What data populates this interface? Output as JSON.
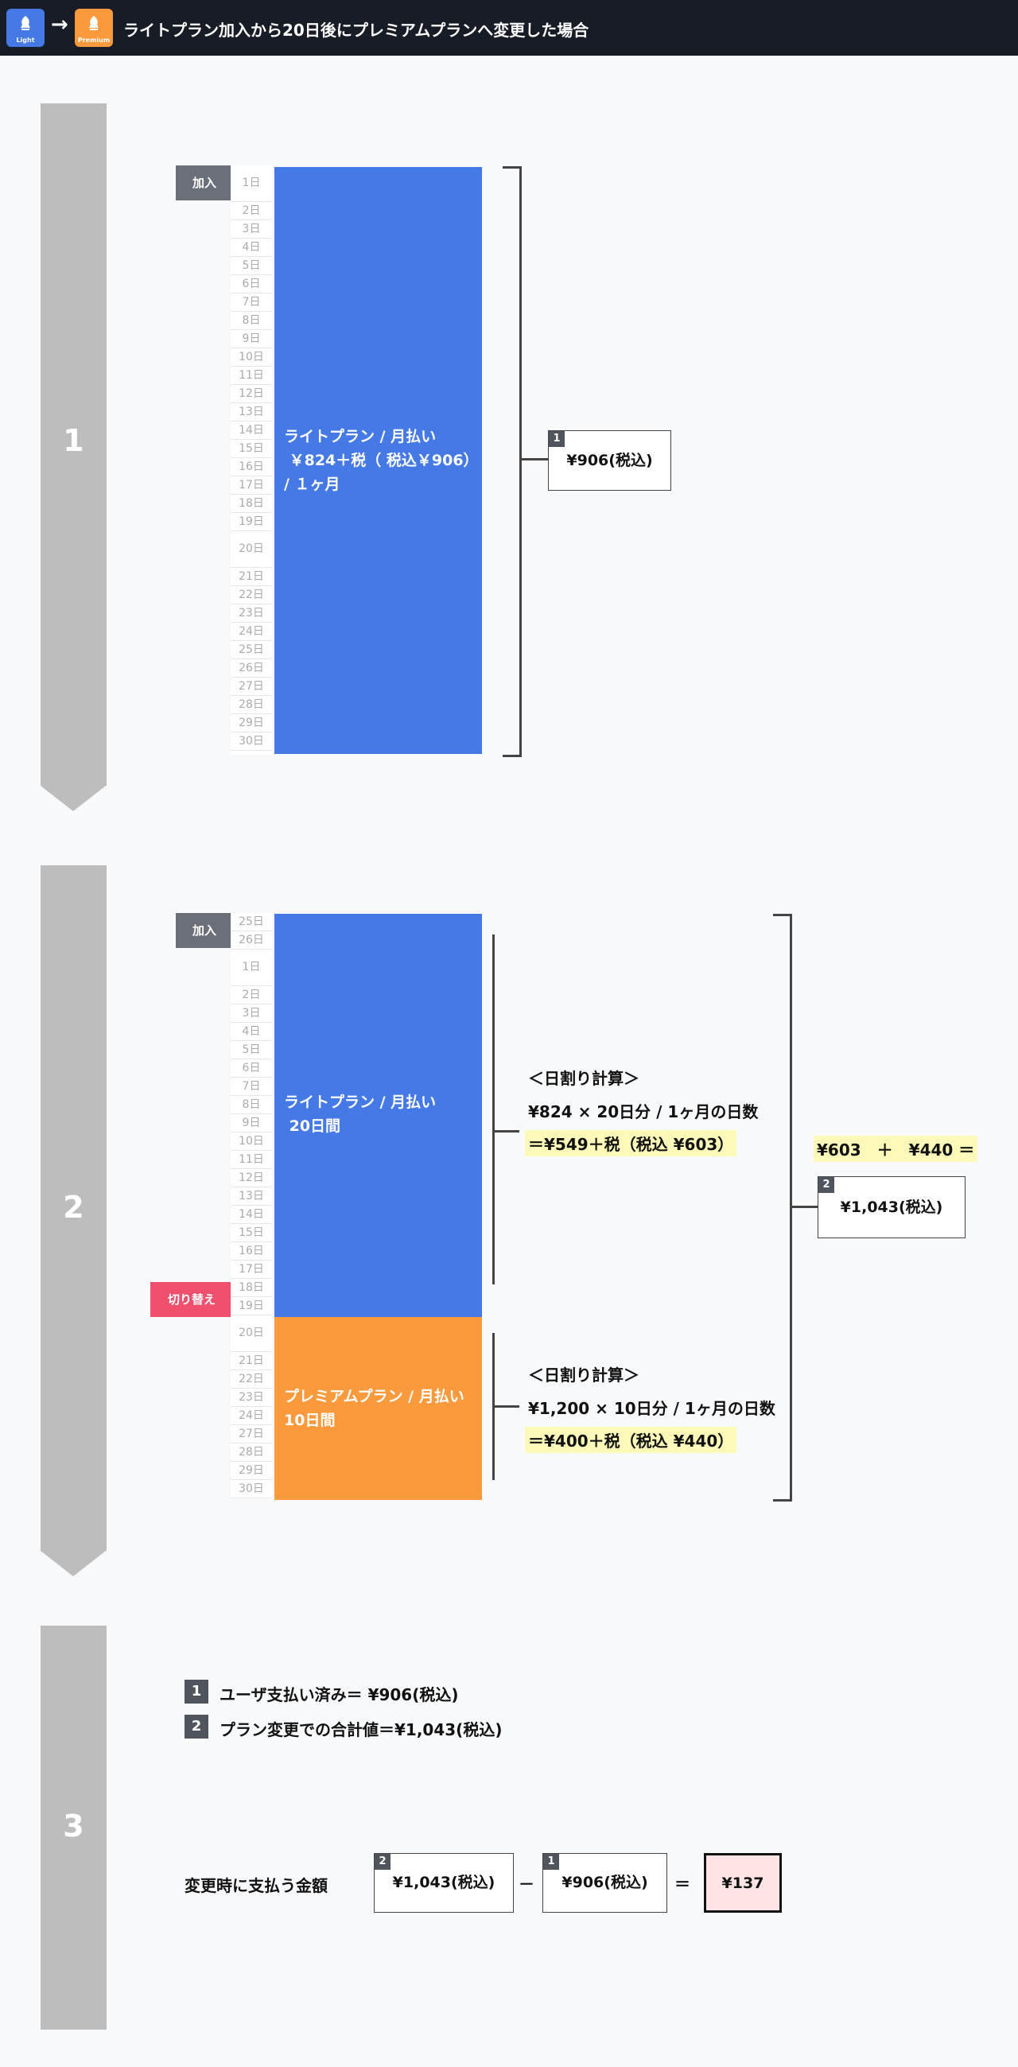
{
  "header": {
    "title": "ライトプラン加入から20日後にプレミアムプランへ変更した場合",
    "light_label": "Light",
    "premium_label": "Premium",
    "arrow": "→"
  },
  "colors": {
    "light": "#4479e6",
    "premium": "#fb9a3c",
    "highlight": "#fdf9b8",
    "result_bg": "#fde3e3"
  },
  "step1": {
    "number": "1",
    "join_tag": "加入",
    "days": [
      "1日",
      "2日",
      "3日",
      "4日",
      "5日",
      "6日",
      "7日",
      "8日",
      "9日",
      "10日",
      "11日",
      "12日",
      "13日",
      "14日",
      "15日",
      "16日",
      "17日",
      "18日",
      "19日",
      "20日",
      "21日",
      "22日",
      "23日",
      "24日",
      "25日",
      "26日",
      "27日",
      "28日",
      "29日",
      "30日"
    ],
    "plan_text": "ライトプラン / 月払い\n ￥824＋税（ 税込￥906）\n/ １ヶ月",
    "box_badge": "1",
    "box_value": "¥906(税込)"
  },
  "step2": {
    "number": "2",
    "join_tag": "加入",
    "switch_tag": "切り替え",
    "days": [
      "25日",
      "26日",
      "1日",
      "2日",
      "3日",
      "4日",
      "5日",
      "6日",
      "7日",
      "8日",
      "9日",
      "10日",
      "11日",
      "12日",
      "13日",
      "14日",
      "15日",
      "16日",
      "17日",
      "18日",
      "19日",
      "20日",
      "21日",
      "22日",
      "23日",
      "24日",
      "27日",
      "28日",
      "29日",
      "30日"
    ],
    "light_text": "ライトプラン / 月払い\n 20日間",
    "premium_text": "プレミアムプラン / 月払い\n10日間",
    "calc1": {
      "title": "＜日割り計算＞",
      "formula": "¥824 × 20日分 / 1ヶ月の日数",
      "result": "＝¥549＋税（税込 ¥603）"
    },
    "calc2": {
      "title": "＜日割り計算＞",
      "formula": "¥1,200 × 10日分 / 1ヶ月の日数",
      "result": "＝¥400＋税（税込 ¥440）"
    },
    "sum_formula": "¥603　＋　¥440 ＝",
    "box_badge": "2",
    "box_value": "¥1,043(税込)"
  },
  "step3": {
    "number": "3",
    "items": [
      {
        "badge": "1",
        "text": "ユーザ支払い済み＝ ¥906(税込)"
      },
      {
        "badge": "2",
        "text": "プラン変更での合計値＝¥1,043(税込)"
      }
    ],
    "label": "変更時に支払う金額",
    "box2_badge": "2",
    "box2_value": "¥1,043(税込)",
    "minus": "－",
    "box1_badge": "1",
    "box1_value": "¥906(税込)",
    "equals": "＝",
    "result": "¥137"
  }
}
